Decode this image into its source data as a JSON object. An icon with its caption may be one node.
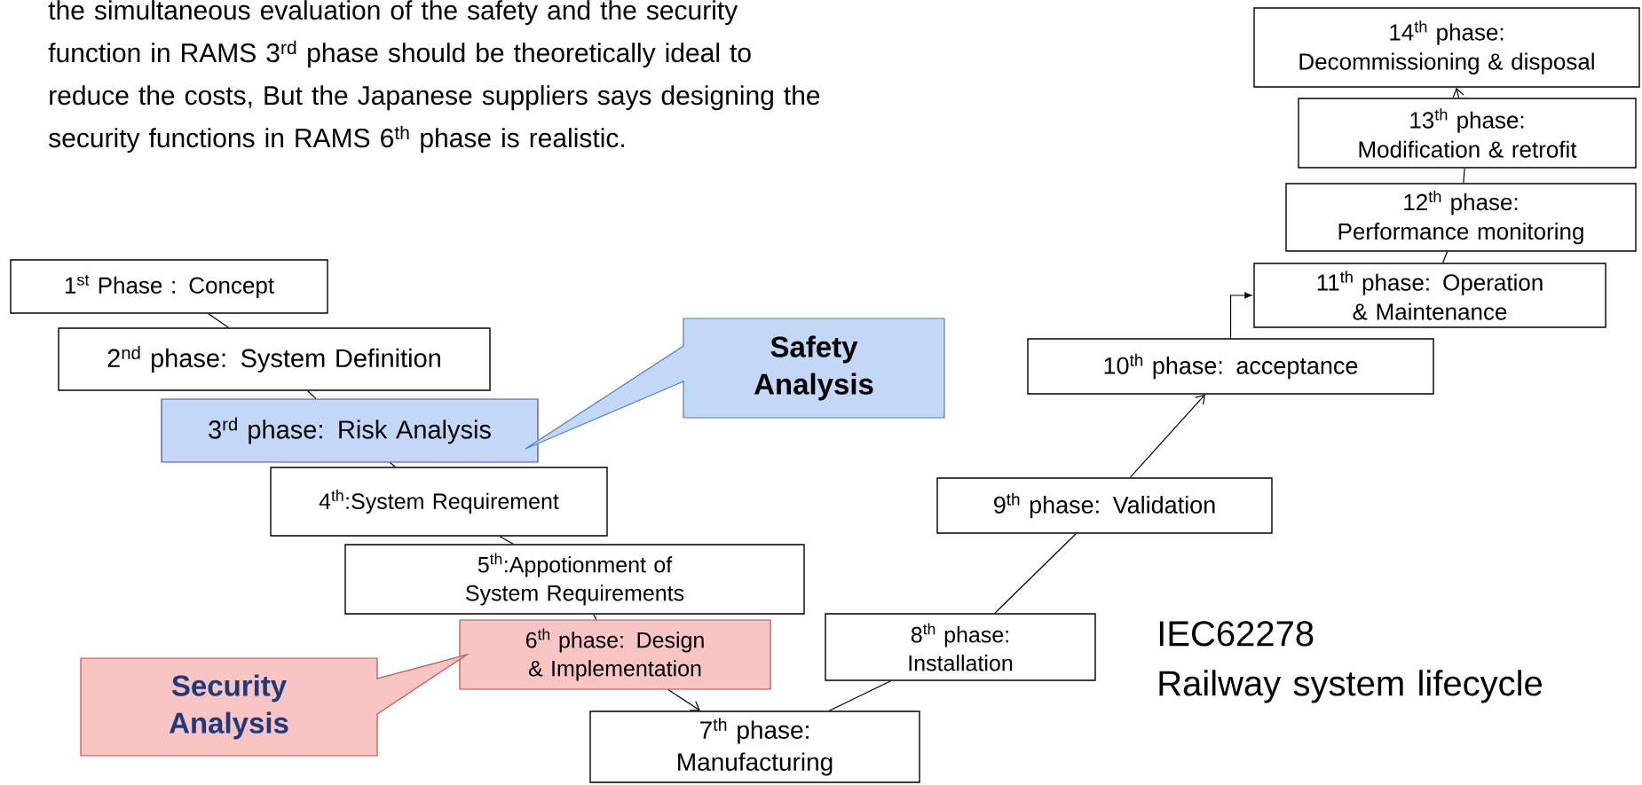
{
  "diagram": {
    "nodes": [
      {
        "text": [
          "1$^{st}$ Phase : Concept"
        ]
      },
      {
        "text": [
          "2$^{nd}$  phase: System Definition"
        ]
      },
      {
        "text": [
          "3$^{rd}$ phase: Risk Analysis"
        ]
      },
      {
        "text": [
          "4$^{th}$:System Requirement"
        ]
      },
      {
        "text": [
          "5$^{th}$:Appotionment of System Requirements"
        ]
      },
      {
        "text": [
          "6$^{th}$ phase: Design & Implementation"
        ]
      },
      {
        "text": [
          "7$^{th}$ phase: Manufacturing"
        ]
      },
      {
        "text": [
          "8$^{th}$ phase: Installation"
        ]
      },
      {
        "text": [
          "9$^{th}$ phase: Validation"
        ]
      },
      {
        "text": [
          "10$^{th}$ phase: acceptance"
        ]
      },
      {
        "text": [
          "11$^{th}$ phase: Operation & Maintenance"
        ]
      },
      {
        "text": [
          "12$^{th}$ phase:  Performance monitoring"
        ]
      },
      {
        "text": [
          "13$^{th}$ phase: Modification & retrofit"
        ]
      },
      {
        "text": [
          "14$^{th}$ phase: Decommissioning & disposal"
        ]
      },
      {
        "text": [
          "Safety Analysis"
        ]
      },
      {
        "text": [
          "Security Analysis"
        ]
      }
    ],
    "edges": [
      {
        "from": 0,
        "to": 1,
        "arrow": "none"
      },
      {
        "from": 1,
        "to": 2,
        "arrow": "none"
      },
      {
        "from": 2,
        "to": 3,
        "arrow": "none"
      },
      {
        "from": 3,
        "to": 4,
        "arrow": "none"
      },
      {
        "from": 4,
        "to": 5,
        "arrow": "none"
      },
      {
        "from": 5,
        "to": 6,
        "arrow": "to"
      },
      {
        "from": 6,
        "to": 7,
        "arrow": "none"
      },
      {
        "from": 7,
        "to": 8,
        "arrow": "none"
      },
      {
        "from": 8,
        "to": 9,
        "arrow": "to"
      },
      {
        "from": 9,
        "to": 10,
        "arrow": "to"
      },
      {
        "from": 10,
        "to": 11,
        "arrow": "none"
      },
      {
        "from": 11,
        "to": 12,
        "arrow": "none"
      },
      {
        "from": 12,
        "to": 13,
        "arrow": "to"
      }
    ],
    "labels": [
      "the simultaneous evaluation of the safety and the security function in RAMS 3$^{rd}$ phase should be theoretically ideal to reduce the costs, But the Japanese suppliers says designing the security functions in RAMS 6$^{th}$ phase is realistic.",
      "IEC62278",
      "Railway system lifecycle"
    ]
  }
}
